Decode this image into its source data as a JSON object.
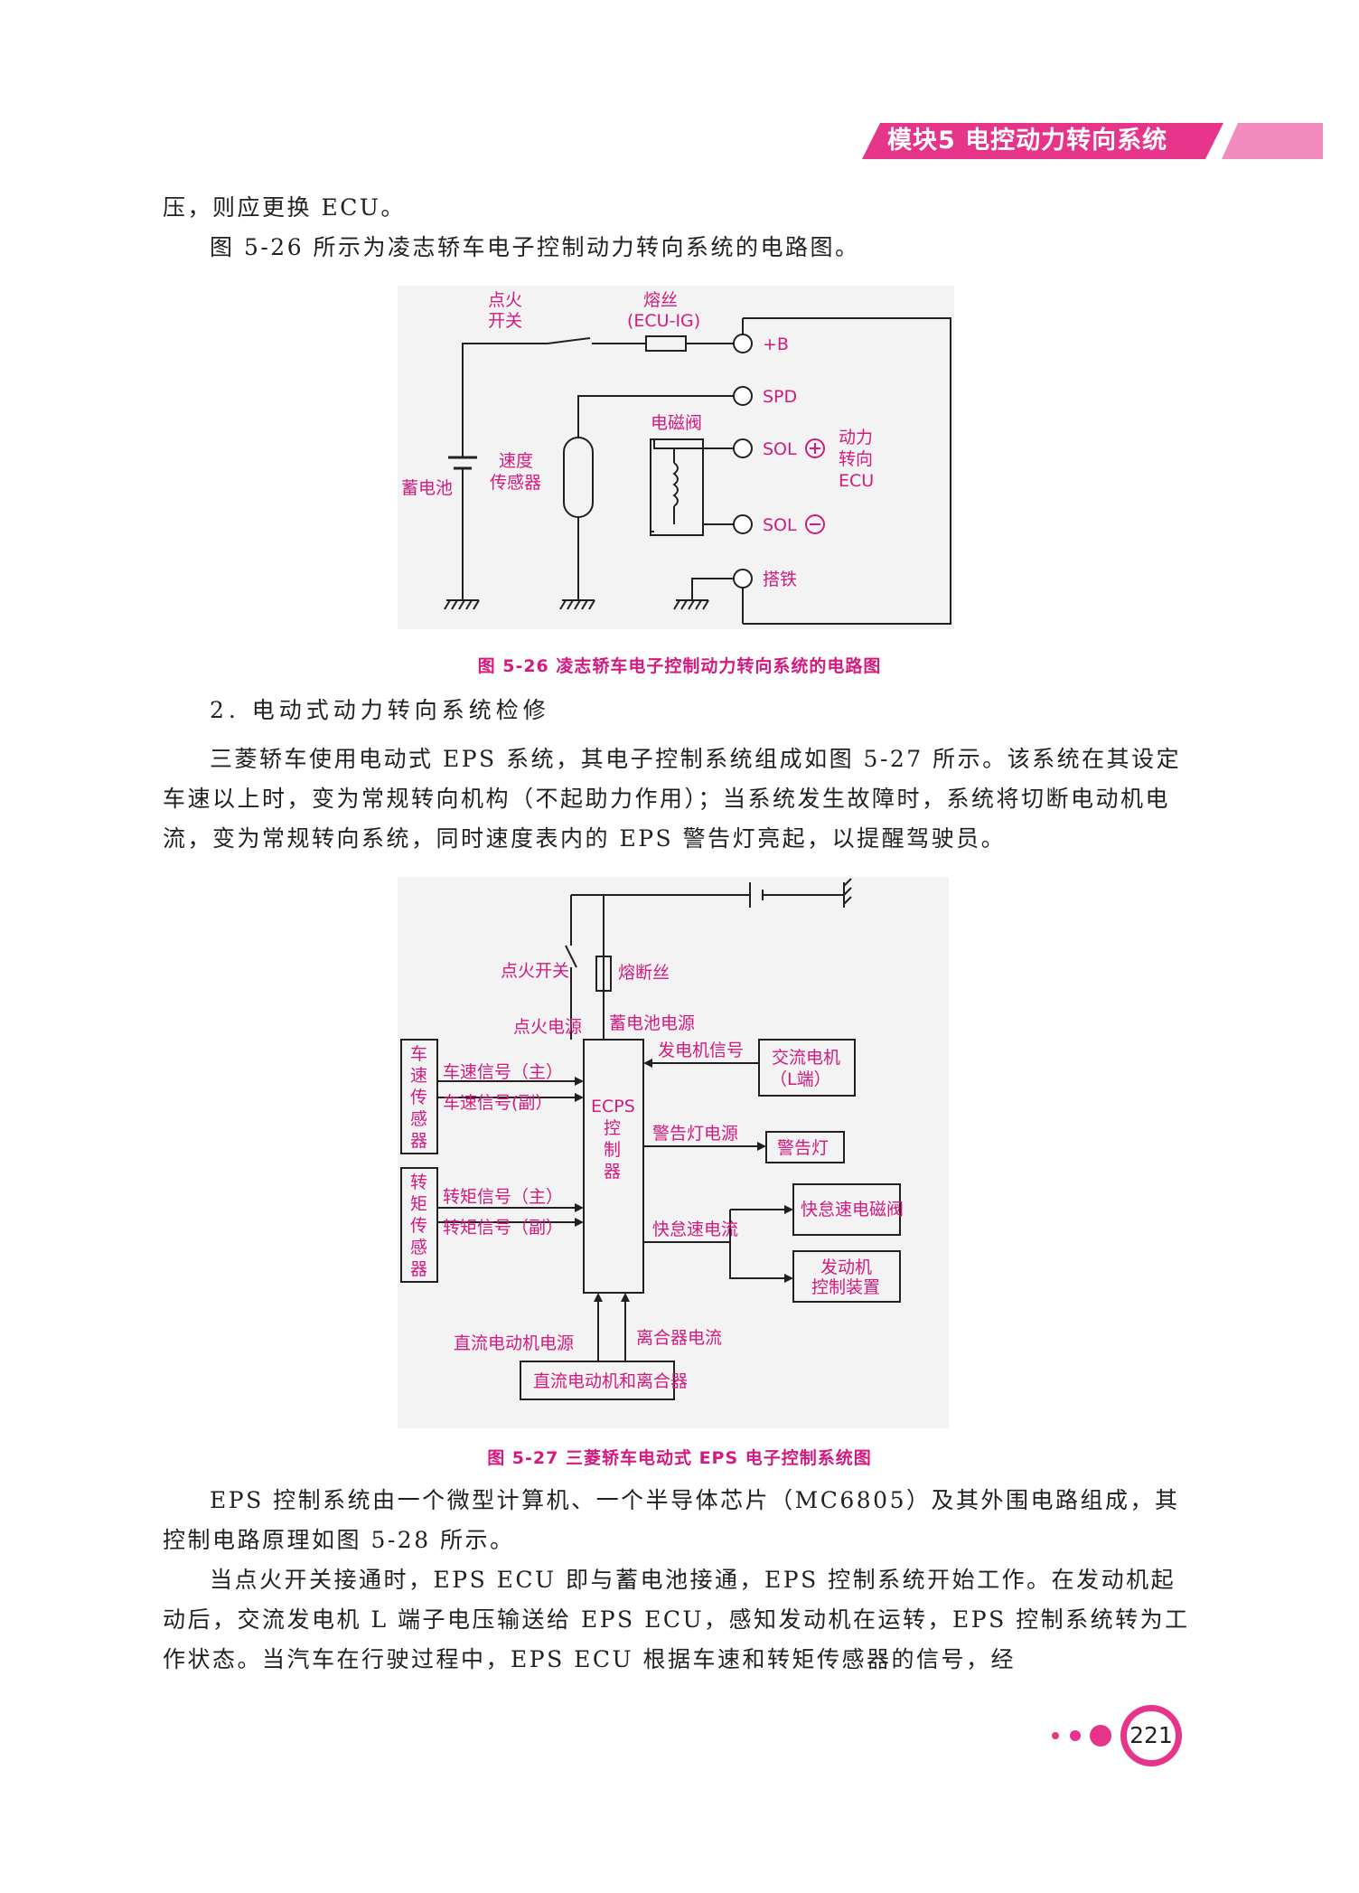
{
  "header": {
    "module_label": "模块5  电控动力转向系统",
    "accent_color": "#e5348a"
  },
  "paragraphs": {
    "p1": "压，则应更换 ECU。",
    "p2": "图 5-26 所示为凌志轿车电子控制动力转向系统的电路图。",
    "section_title": "2. 电动式动力转向系统检修",
    "p3": "三菱轿车使用电动式 EPS 系统，其电子控制系统组成如图 5-27 所示。该系统在其设定车速以上时，变为常规转向机构（不起助力作用）；当系统发生故障时，系统将切断电动机电流，变为常规转向系统，同时速度表内的 EPS 警告灯亮起，以提醒驾驶员。",
    "p4": "EPS 控制系统由一个微型计算机、一个半导体芯片（MC6805）及其外围电路组成，其控制电路原理如图 5-28 所示。",
    "p5": "当点火开关接通时，EPS ECU 即与蓄电池接通，EPS 控制系统开始工作。在发动机起动后，交流发电机 L 端子电压输送给 EPS ECU，感知发动机在运转，EPS 控制系统转为工作状态。当汽车在行驶过程中，EPS ECU 根据车速和转矩传感器的信号，经"
  },
  "figure_526": {
    "caption": "图 5-26   凌志轿车电子控制动力转向系统的电路图",
    "labels": {
      "ignition_1": "点火",
      "ignition_2": "开关",
      "fuse_1": "熔丝",
      "fuse_2": "(ECU-IG)",
      "battery": "蓄电池",
      "speed_1": "速度",
      "speed_2": "传感器",
      "solenoid": "电磁阀",
      "pin_b": "+B",
      "pin_spd": "SPD",
      "pin_sol_pos": "SOL",
      "pin_sol_neg": "SOL",
      "pin_gnd": "搭铁",
      "ecu_1": "动力",
      "ecu_2": "转向",
      "ecu_3": "ECU"
    }
  },
  "figure_527": {
    "caption": "图 5-27   三菱轿车电动式 EPS 电子控制系统图",
    "labels": {
      "ignition_switch": "点火开关",
      "fuse": "熔断丝",
      "ignition_power": "点火电源",
      "battery_power": "蓄电池电源",
      "generator_signal": "发电机信号",
      "alternator_1": "交流电机",
      "alternator_2": "（L端）",
      "speed_sensor": [
        "车",
        "速",
        "传",
        "感",
        "器"
      ],
      "speed_main": "车速信号（主）",
      "speed_sub": "车速信号(副）",
      "ecps": [
        "ECPS",
        "控",
        "制",
        "器"
      ],
      "warning_power": "警告灯电源",
      "warning_lamp": "警告灯",
      "torque_sensor": [
        "转",
        "矩",
        "传",
        "感",
        "器"
      ],
      "torque_main": "转矩信号（主）",
      "torque_sub": "转矩信号（副）",
      "idle_current": "快怠速电流",
      "idle_valve": "快怠速电磁阀",
      "engine_ctrl_1": "发动机",
      "engine_ctrl_2": "控制装置",
      "dc_motor_power": "直流电动机电源",
      "clutch_current": "离合器电流",
      "motor_clutch": "直流电动机和离合器"
    }
  },
  "page_number": "221"
}
